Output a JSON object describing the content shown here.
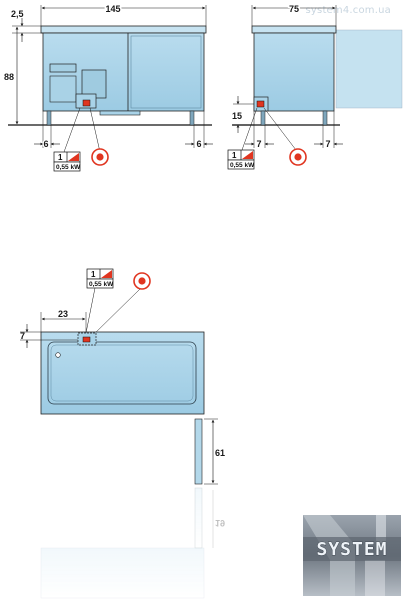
{
  "watermark": "system4.com.ua",
  "logo": {
    "text": "SYSTEM"
  },
  "front_view": {
    "width_dim": "145",
    "top_offset_dim": "2,5",
    "height_dim": "88",
    "left_foot_dim": "6",
    "right_foot_dim": "6",
    "badge": {
      "number": "1",
      "power": "0,55 kW"
    }
  },
  "side_view": {
    "depth_dim": "75",
    "leg_height_dim": "15",
    "left_foot_dim": "7",
    "right_foot_dim": "7",
    "badge": {
      "number": "1",
      "power": "0,55 kW"
    }
  },
  "plan_view": {
    "offset_x_dim": "23",
    "offset_y_dim": "7",
    "depth_dim": "61",
    "badge": {
      "number": "1",
      "power": "0,55 kW"
    }
  },
  "colors": {
    "cabinet_fill": "#a9d3e8",
    "cabinet_stroke": "#222222",
    "floor": "#3a3a3a",
    "connection": "#e03520",
    "dimension": "#1a1a1a"
  }
}
